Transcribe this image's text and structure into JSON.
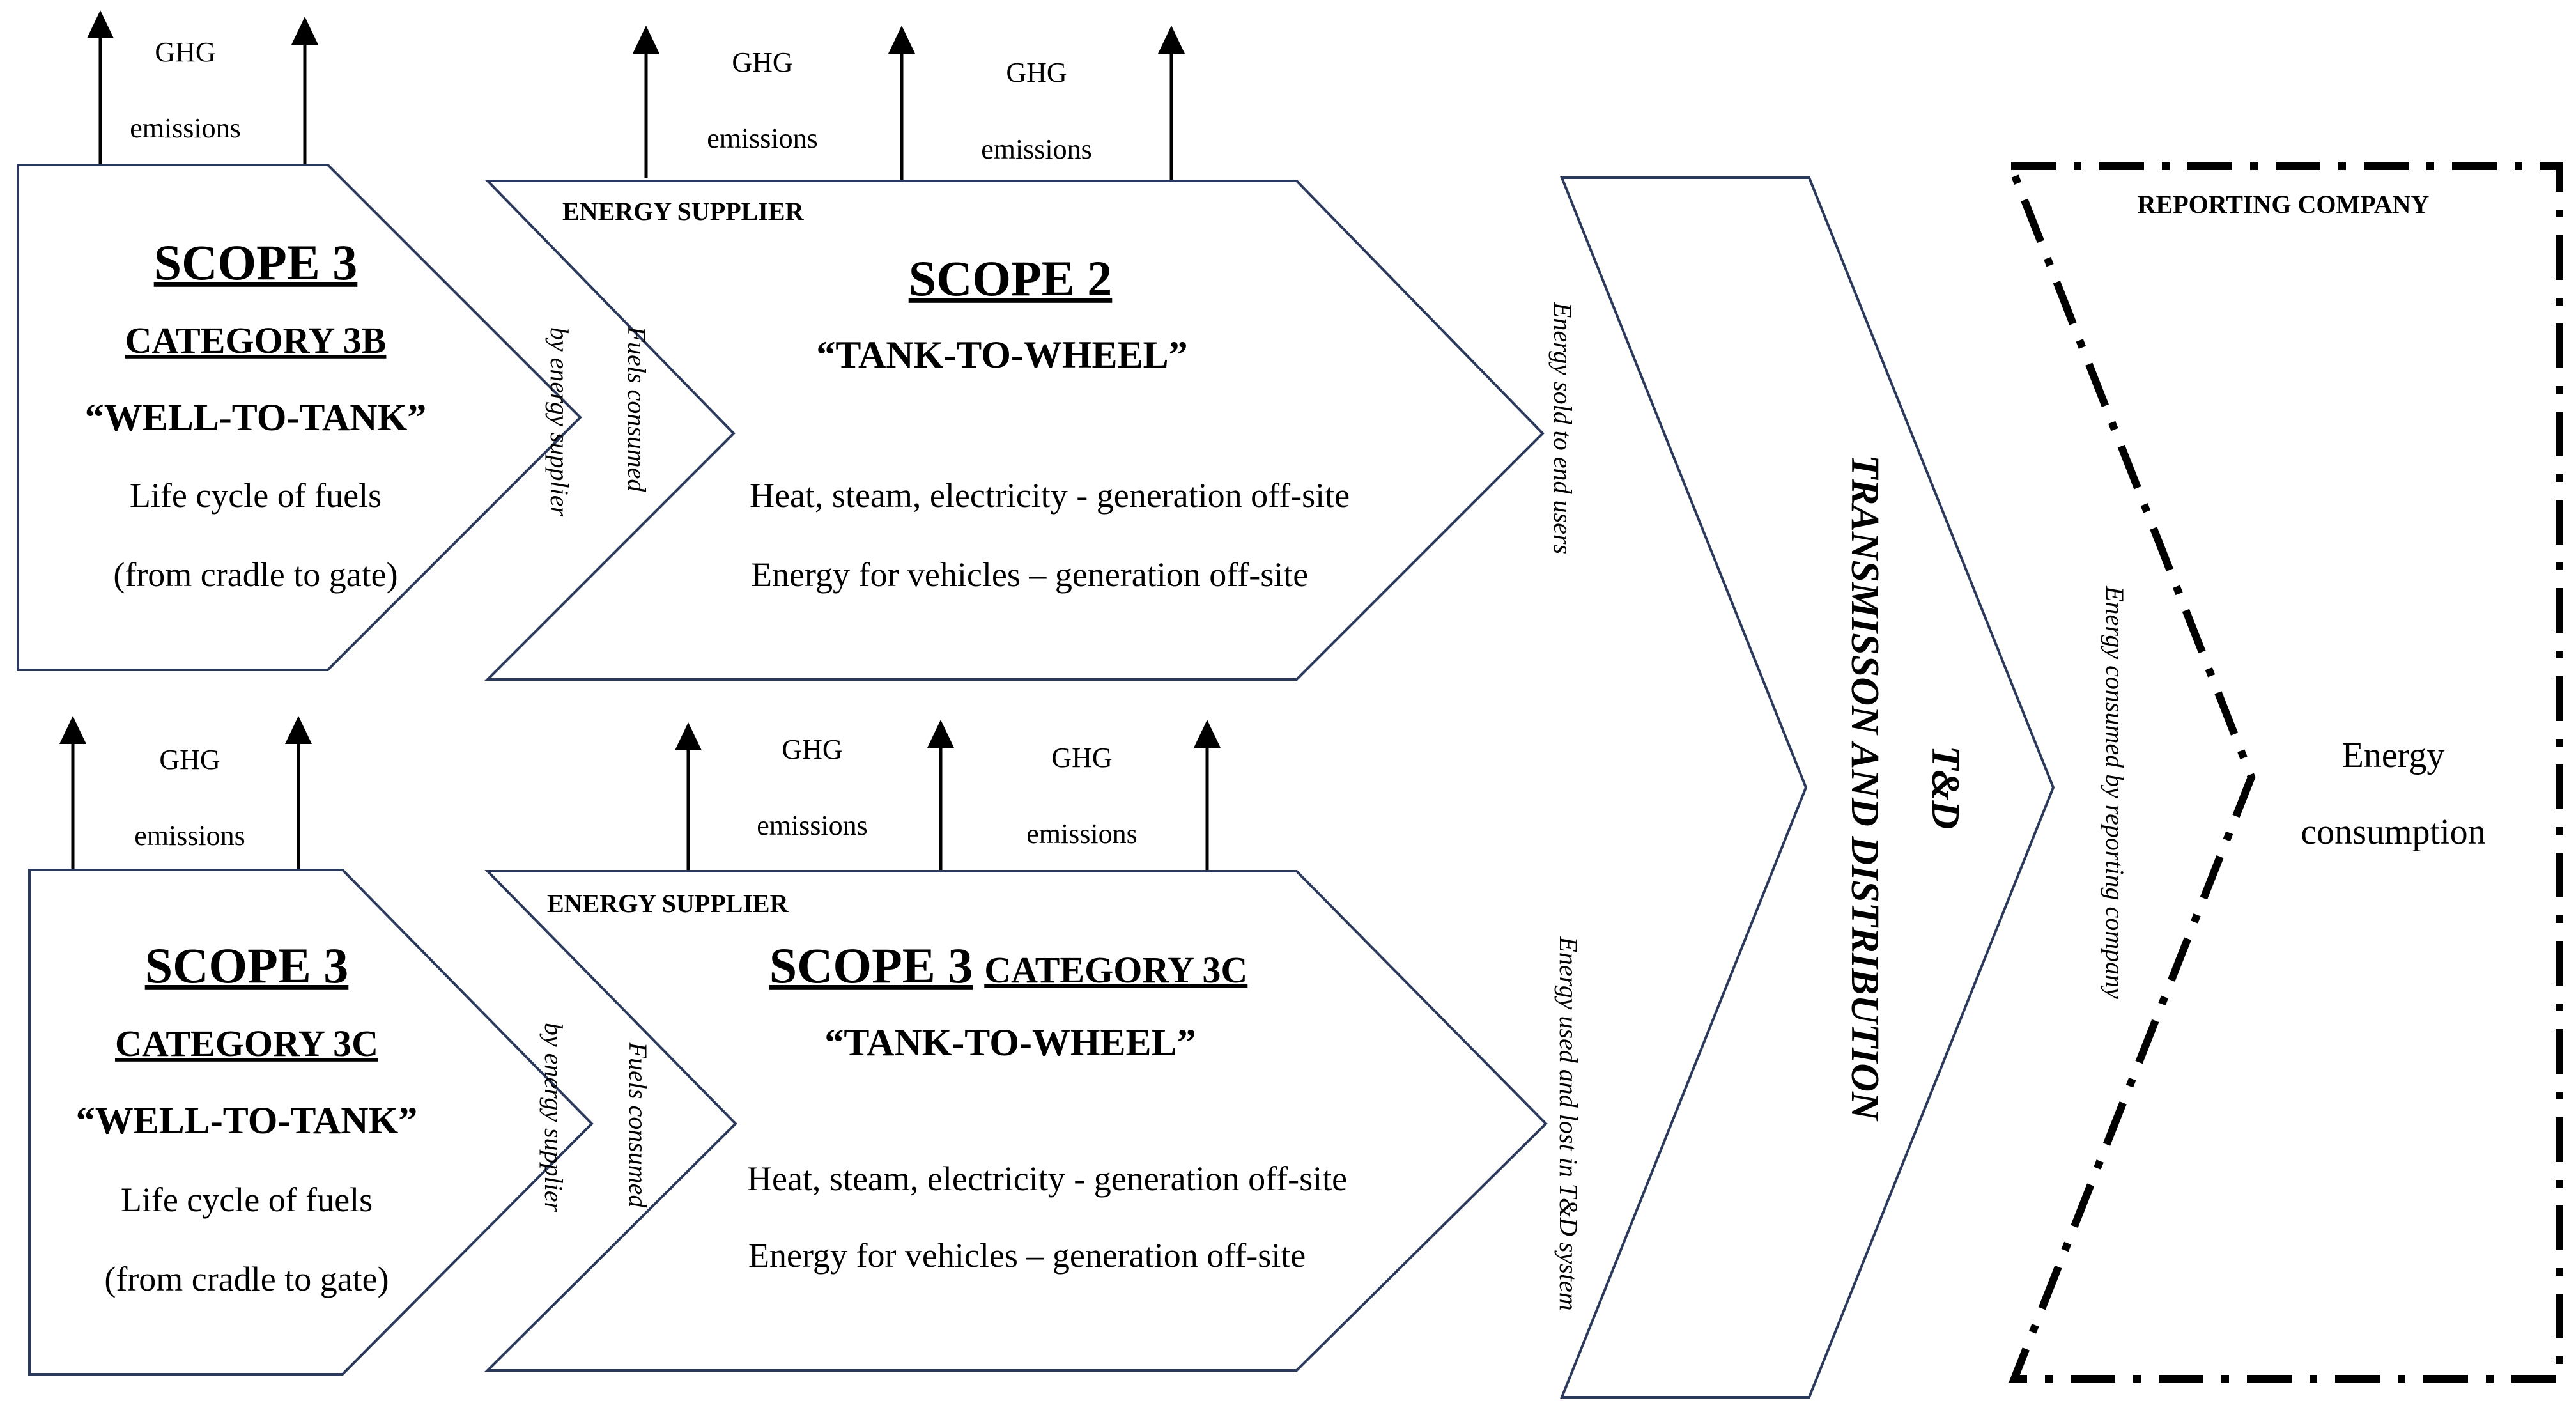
{
  "emissions": {
    "ghg": "GHG",
    "emissions": "emissions"
  },
  "top_left": {
    "scope": "SCOPE 3",
    "category": "CATEGORY 3B",
    "phase": "“WELL-TO-TANK”",
    "line1": "Life cycle of fuels",
    "line2": "(from cradle to gate)",
    "side_label": "by energy supplier"
  },
  "top_mid": {
    "supplier": "ENERGY SUPPLIER",
    "scope": "SCOPE 2",
    "phase": "“TANK-TO-WHEEL”",
    "line1": "Heat, steam, electricity - generation off-site",
    "line2": "Energy for vehicles – generation off-site",
    "side_label": "Fuels consumed",
    "out_label": "Energy sold to end users"
  },
  "bottom_left": {
    "scope": "SCOPE 3",
    "category": "CATEGORY 3C",
    "phase": "“WELL-TO-TANK”",
    "line1": "Life cycle of fuels",
    "line2": "(from cradle to gate)",
    "side_label": "by energy supplier"
  },
  "bottom_mid": {
    "supplier": "ENERGY SUPPLIER",
    "scope": "SCOPE 3",
    "category": "CATEGORY 3C",
    "phase": "“TANK-TO-WHEEL”",
    "line1": "Heat, steam, electricity - generation off-site",
    "line2": "Energy for vehicles – generation off-site",
    "side_label": "Fuels consumed",
    "out_label": "Energy used and lost in T&D system"
  },
  "td": {
    "abbr": "T&D",
    "full": "TRANSMISSON AND DISTRIBUTION"
  },
  "reporting": {
    "header": "REPORTING COMPANY",
    "side_label": "Energy consumed by reporting company",
    "line1": "Energy",
    "line2": "consumption"
  }
}
